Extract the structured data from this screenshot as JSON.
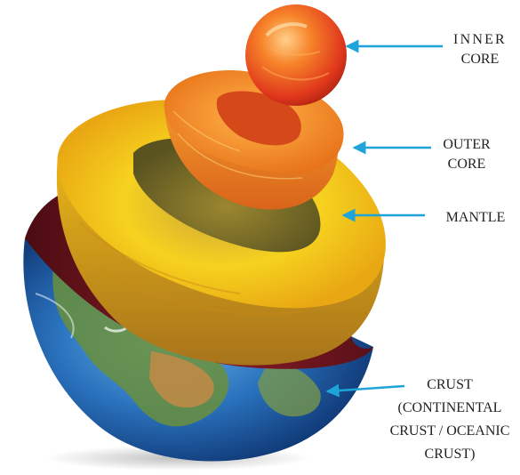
{
  "labels": {
    "inner_core": {
      "line1": "INNER",
      "line2": "CORE"
    },
    "outer_core": {
      "line1": "OUTER",
      "line2": "CORE"
    },
    "mantle": {
      "line1": "MANTLE"
    },
    "crust": {
      "line1": "CRUST",
      "line2": "(CONTINENTAL",
      "line3": "CRUST / OCEANIC",
      "line4": "CRUST)"
    }
  },
  "colors": {
    "arrow": "#1fa4d9",
    "text": "#231f20",
    "ocean": "#1f62ad",
    "land": "#5f8a3a",
    "crust_cut": "#7a1620",
    "mantle": "#f2c21a",
    "outer_core": "#f4891d",
    "inner_core": "#e8421c"
  }
}
